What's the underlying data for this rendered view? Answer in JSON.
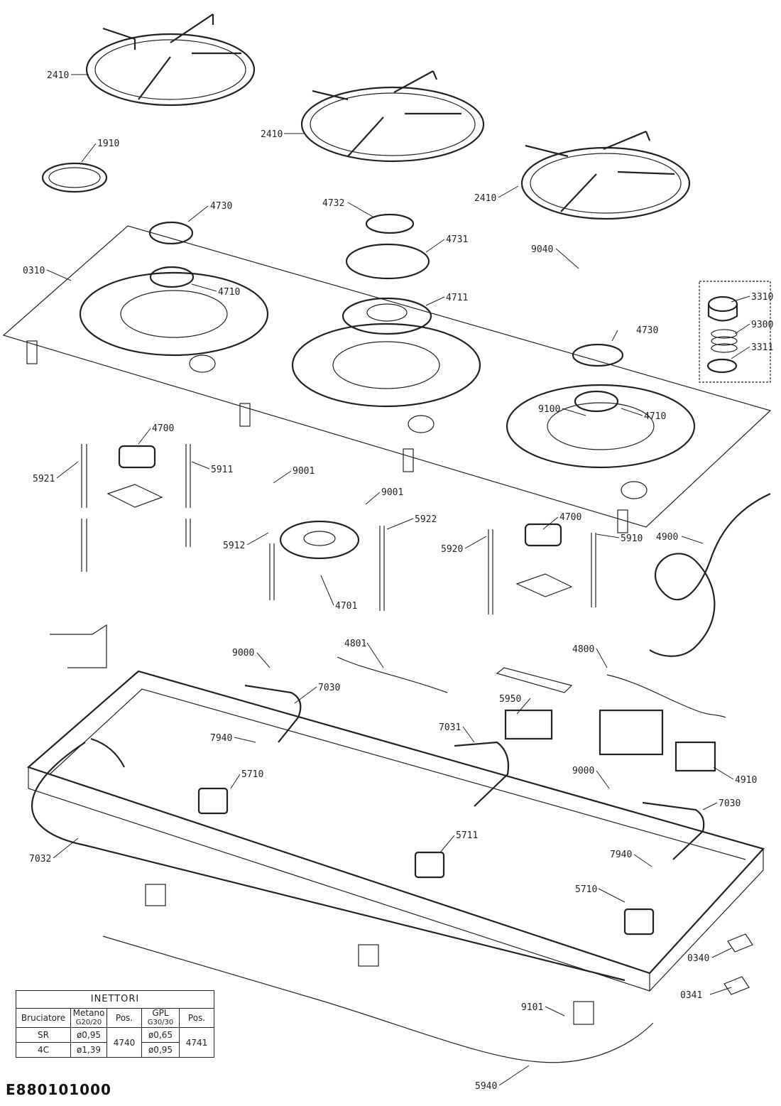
{
  "drawing_code": "E880101000",
  "table": {
    "title": "INETTORI",
    "headers": {
      "burner": "Bruciatore",
      "methane": "Metano",
      "methane_gas": "G20/20",
      "pos1": "Pos.",
      "lpg": "GPL",
      "lpg_gas": "G30/30",
      "pos2": "Pos."
    },
    "rows": [
      {
        "burner": "SR",
        "methane": "ø0,95",
        "lpg": "ø0,65"
      },
      {
        "burner": "4C",
        "methane": "ø1,39",
        "lpg": "ø0,95"
      }
    ],
    "pos_methane": "4740",
    "pos_lpg": "4741"
  },
  "callouts": {
    "c2410a": "2410",
    "c2410b": "2410",
    "c2410c": "2410",
    "c1910": "1910",
    "c4730a": "4730",
    "c4730b": "4730",
    "c4732": "4732",
    "c4731": "4731",
    "c9040": "9040",
    "c0310": "0310",
    "c4710a": "4710",
    "c4710b": "4710",
    "c4711": "4711",
    "c3310": "3310",
    "c9300": "9300",
    "c3311": "3311",
    "c9100": "9100",
    "c4700a": "4700",
    "c4700b": "4700",
    "c5921": "5921",
    "c5911": "5911",
    "c9001a": "9001",
    "c9001b": "9001",
    "c5922": "5922",
    "c5912": "5912",
    "c4701": "4701",
    "c5920": "5920",
    "c5910": "5910",
    "c4900": "4900",
    "c4801": "4801",
    "c4800": "4800",
    "c9000a": "9000",
    "c9000b": "9000",
    "c7030a": "7030",
    "c7030b": "7030",
    "c5950": "5950",
    "c7031": "7031",
    "c7940a": "7940",
    "c7940b": "7940",
    "c5710a": "5710",
    "c5710b": "5710",
    "c5711": "5711",
    "c4910": "4910",
    "c7032": "7032",
    "c0340": "0340",
    "c0341": "0341",
    "c9101": "9101",
    "c5940": "5940"
  }
}
